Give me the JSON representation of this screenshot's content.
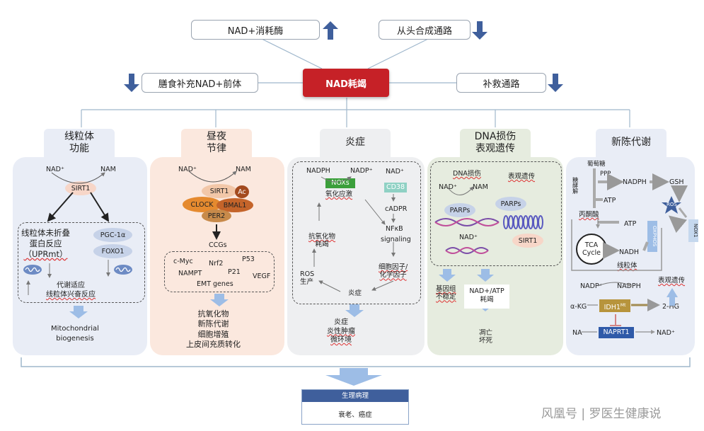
{
  "top": {
    "consume_enzyme": "NAD+消耗酶",
    "de_novo": "从头合成通路",
    "diet_precursor": "膳食补充NAD+前体",
    "salvage": "补救通路",
    "center": "NAD耗竭"
  },
  "panels": {
    "mito": {
      "header": [
        "线粒体",
        "功能"
      ],
      "nad": "NAD⁺",
      "nam": "NAM",
      "sirt1": "SIRT1",
      "upr1": "线粒体未折叠",
      "upr2": "蛋白反应",
      "upr3": "（UPRmt）",
      "pgc": "PGC-1α",
      "foxo": "FOXO1",
      "adapt1": "代谢适应",
      "adapt2": "线粒体兴奋反应",
      "out1": "Mitochondrial",
      "out2": "biogenesis"
    },
    "circ": {
      "header": [
        "昼夜",
        "节律"
      ],
      "nad": "NAD⁺",
      "nam": "NAM",
      "sirt1": "SIRT1",
      "ac": "Ac",
      "clock": "CLOCK",
      "bmal1": "BMAL1",
      "per2": "PER2",
      "ccgs": "CCGs",
      "genes": [
        "c-Myc",
        "Nrf2",
        "P53",
        "NAMPT",
        "P21",
        "VEGF",
        "EMT genes"
      ],
      "out": [
        "抗氧化物",
        "新陈代谢",
        "细胞增殖",
        "上皮间充质转化"
      ]
    },
    "inflam": {
      "header": "炎症",
      "nadph": "NADPH",
      "nadp": "NADP⁺",
      "nad": "NAD⁺",
      "noxs": "NOXs",
      "cd38": "CD38",
      "oxstress": "氧化应激",
      "cadpr": "cADPR",
      "nfkb": "NFκB",
      "signaling": "signaling",
      "antiox1": "抗氧化物",
      "antiox2": "耗竭",
      "cyto1": "细胞因子/",
      "cyto2": "化学因子",
      "ros1": "ROS",
      "ros2": "生产",
      "inflam": "炎症",
      "out": [
        "炎症",
        "炎性肿瘤",
        "微环境"
      ]
    },
    "dna": {
      "header": [
        "DNA损伤",
        "表观遗传"
      ],
      "dnadmg": "DNA损伤",
      "epi": "表观遗传",
      "nad": "NAD⁺",
      "nam": "NAM",
      "parps": "PARPs",
      "parps2": "PARPs",
      "nad2": "NAD⁺",
      "sirt1": "SIRT1",
      "gen1": "基因组",
      "gen2": "不稳定",
      "dep1": "NAD+/ATP",
      "dep2": "耗竭",
      "apo1": "凋亡",
      "apo2": "坏死"
    },
    "metab": {
      "header": "新陈代谢",
      "glucose": "葡萄糖",
      "glycolysis": "糖酵解",
      "ppp": "PPP",
      "nadph": "NADPH",
      "gsh": "GSH",
      "atp": "ATP",
      "atp2": "ATP",
      "pyruvate": "丙酮酸",
      "ros": "ROS",
      "oxphos": "OXPHOS",
      "nox1": "NOX1",
      "tca1": "TCA",
      "tca2": "Cycle",
      "nadh": "NADH",
      "mito": "线粒体",
      "nadp": "NADP⁺",
      "nadph2": "NADPH",
      "epi": "表观遗传",
      "akg": "α-KG",
      "idh": "IDH1",
      "idh_sup": "Mt",
      "hg": "2-HG",
      "na": "NA",
      "naprt": "NAPRT1",
      "nad": "NAD⁺"
    }
  },
  "bottom": {
    "title": "生理病理",
    "text": "衰老、癌症"
  },
  "watermark": "风凰号 | 罗医生健康说",
  "colors": {
    "red": "#c62127",
    "arrow_blue": "#3f5f9c",
    "light_blue_arrow": "#9dbde6"
  }
}
